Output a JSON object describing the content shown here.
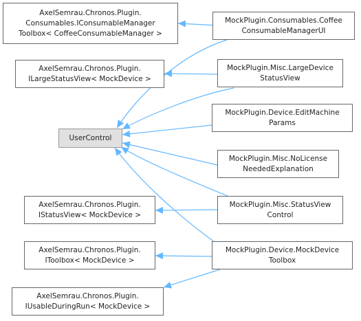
{
  "diagram": {
    "colors": {
      "edge": "#63b8ff",
      "border": "#666666",
      "focus_fill": "#e0e0e0"
    },
    "nodes": {
      "user_control": [
        "UserControl"
      ],
      "iconsumable_toolbox": [
        "AxelSemrau.Chronos.Plugin.",
        "Consumables.IConsumableManager",
        "Toolbox< CoffeeConsumableManager >"
      ],
      "ilargestatusview": [
        "AxelSemrau.Chronos.Plugin.",
        "ILargeStatusView< MockDevice >"
      ],
      "istatusview": [
        "AxelSemrau.Chronos.Plugin.",
        "IStatusView< MockDevice >"
      ],
      "itoolbox": [
        "AxelSemrau.Chronos.Plugin.",
        "IToolbox< MockDevice >"
      ],
      "iusableduringrun": [
        "AxelSemrau.Chronos.Plugin.",
        "IUsableDuringRun< MockDevice >"
      ],
      "coffee_ui": [
        "MockPlugin.Consumables.Coffee",
        "ConsumableManagerUI"
      ],
      "large_status_view": [
        "MockPlugin.Misc.LargeDevice",
        "StatusView"
      ],
      "edit_machine_params": [
        "MockPlugin.Device.EditMachine",
        "Params"
      ],
      "no_license": [
        "MockPlugin.Misc.NoLicense",
        "NeededExplanation"
      ],
      "status_view_control": [
        "MockPlugin.Misc.StatusView",
        "Control"
      ],
      "mock_device_toolbox": [
        "MockPlugin.Device.MockDevice",
        "Toolbox"
      ]
    }
  }
}
